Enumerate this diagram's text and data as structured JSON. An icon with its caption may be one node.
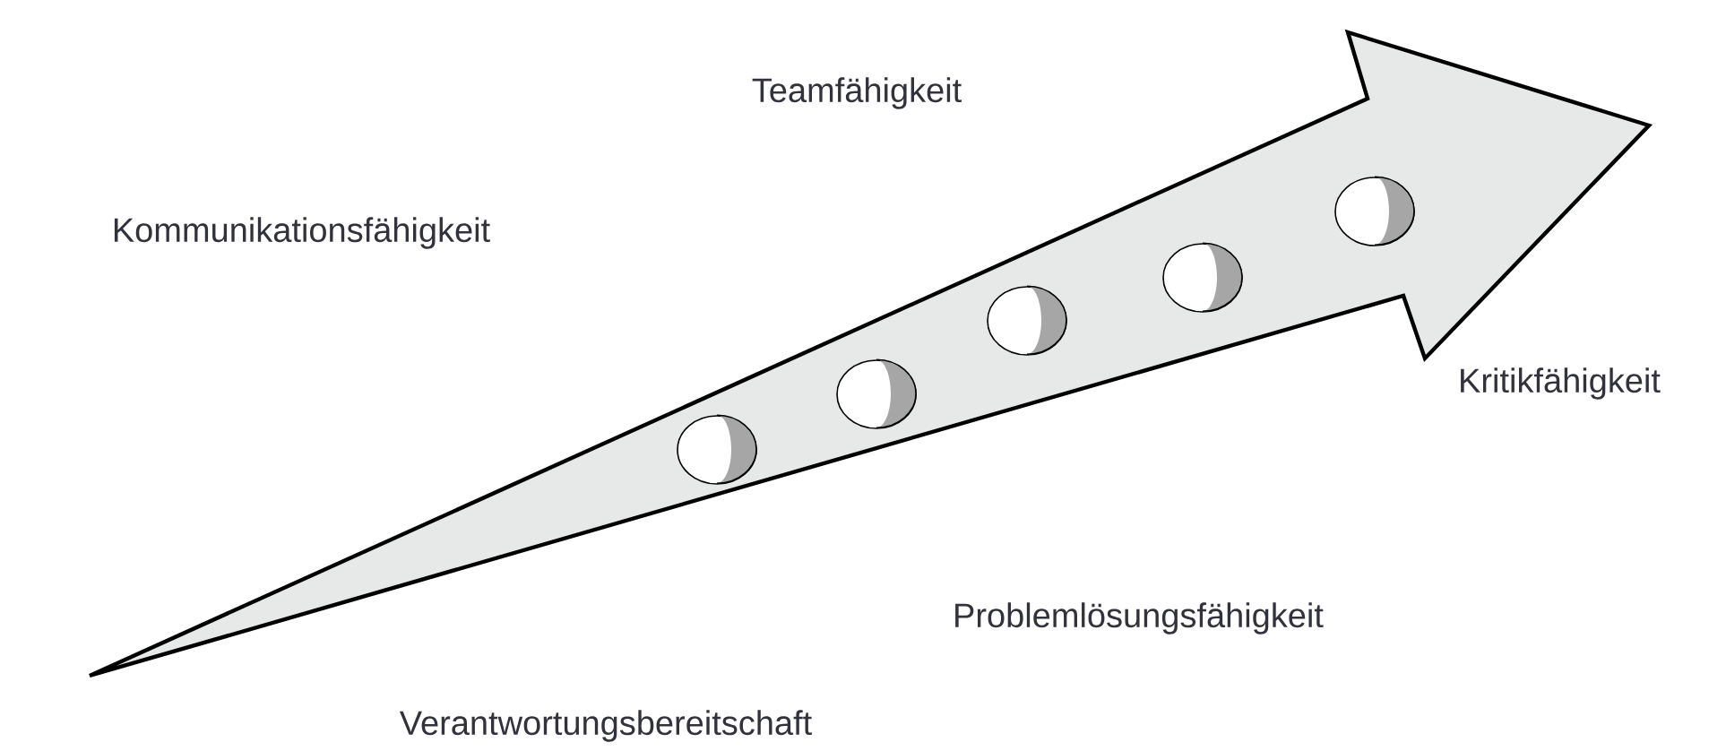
{
  "diagram": {
    "nodes": [
      {
        "text": [],
        "shape": "ellipse"
      },
      {
        "text": [],
        "shape": "ellipse"
      },
      {
        "text": [],
        "shape": "ellipse"
      },
      {
        "text": [],
        "shape": "ellipse"
      },
      {
        "text": [],
        "shape": "ellipse"
      }
    ],
    "labels": [
      "Teamfähigkeit",
      "Kommunikationsfähigkeit",
      "Kritikfähigkeit",
      "Problemlösungsfähigkeit",
      "Verantwortungsbereitschaft"
    ]
  }
}
